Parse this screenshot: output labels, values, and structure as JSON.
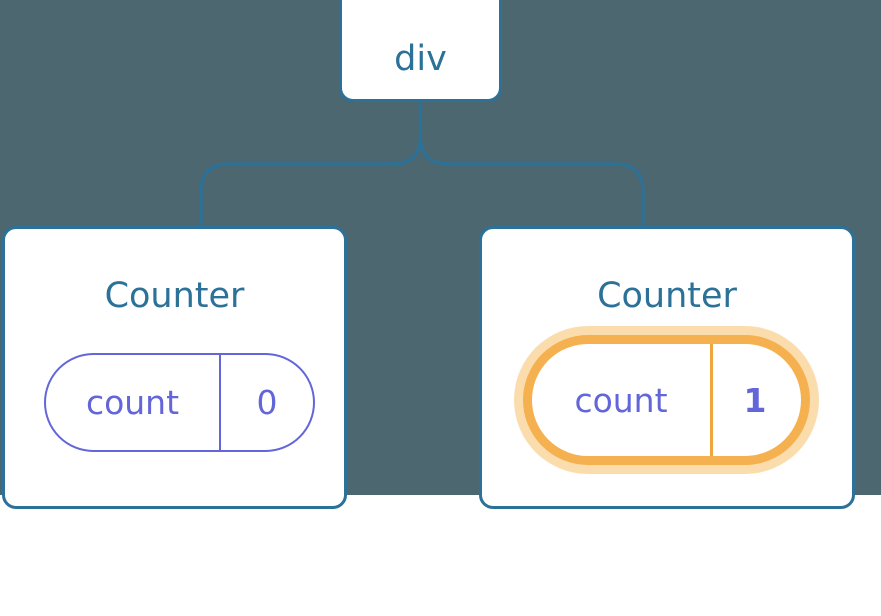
{
  "diagram": {
    "title": "React component tree with highlighted state update",
    "background_color": "#4d6770",
    "connector_color": "#2b7198",
    "node_border_color": "#2b7198",
    "node_title_color": "#2b7198",
    "pill_color": "#6366d9",
    "highlight_color": "#f5b04f",
    "highlight_glow_color": "#fbddad"
  },
  "nodes": {
    "root": {
      "label": "div",
      "type": "dom-element"
    },
    "left_child": {
      "label": "Counter",
      "state": {
        "key": "count",
        "value": "0"
      },
      "highlighted": "false"
    },
    "right_child": {
      "label": "Counter",
      "state": {
        "key": "count",
        "value": "1"
      },
      "highlighted": "true"
    }
  },
  "icons": {
    "sparkle_big": "sparkle-icon",
    "sparkle_small": "sparkle-icon"
  }
}
